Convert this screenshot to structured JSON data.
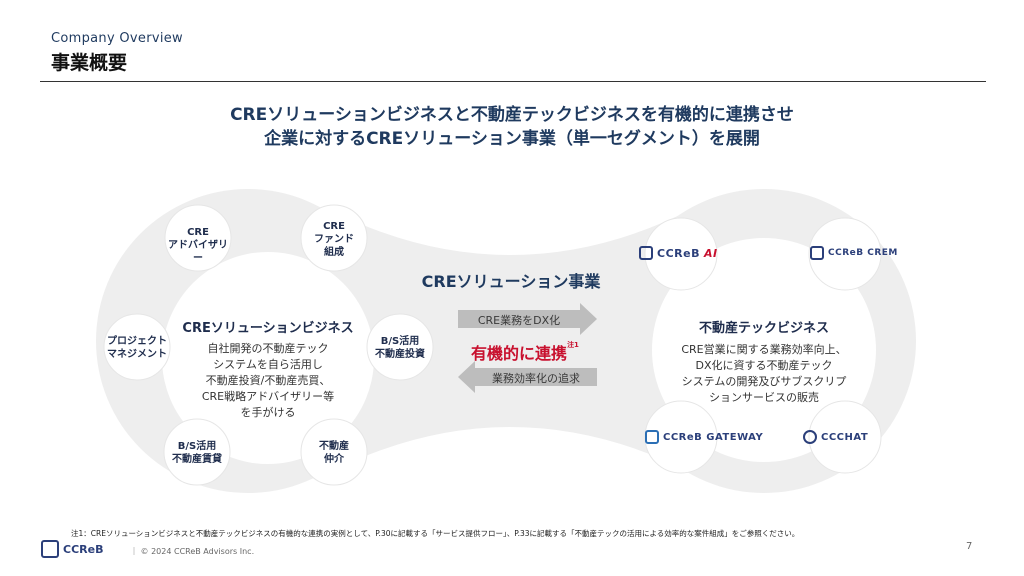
{
  "header": {
    "overview": "Company Overview",
    "title": "事業概要"
  },
  "headline": {
    "line1": "CREソリューションビジネスと不動産テックビジネスを有機的に連携させ",
    "line2": "企業に対するCREソリューション事業（単一セグメント）を展開"
  },
  "left": {
    "title": "CREソリューションビジネス",
    "desc": [
      "自社開発の不動産テック",
      "システムを自ら活用し",
      "不動産投資/不動産売買、",
      "CRE戦略アドバイザリー等",
      "を手がける"
    ],
    "items": [
      {
        "lines": [
          "CRE",
          "アドバイザリー"
        ]
      },
      {
        "lines": [
          "CRE",
          "ファンド",
          "組成"
        ]
      },
      {
        "lines": [
          "プロジェクト",
          "マネジメント"
        ]
      },
      {
        "lines": [
          "B/S活用",
          "不動産投資"
        ]
      },
      {
        "lines": [
          "B/S活用",
          "不動産賃貸"
        ]
      },
      {
        "lines": [
          "不動産",
          "仲介"
        ]
      }
    ]
  },
  "center": {
    "title": "CREソリューション事業",
    "arrow_right": "CRE業務をDX化",
    "link_text": "有機的に連携",
    "link_note": "注1",
    "arrow_left": "業務効率化の追求"
  },
  "right": {
    "title": "不動産テックビジネス",
    "desc": [
      "CRE営業に関する業務効率向上、",
      "DX化に資する不動産テック",
      "システムの開発及びサブスクリプ",
      "ションサービスの販売"
    ],
    "logos": [
      {
        "text": "CCReB",
        "suffix": "AI"
      },
      {
        "text": "CCReB CREM",
        "suffix": ""
      },
      {
        "text": "CCReB GATEWAY",
        "suffix": ""
      },
      {
        "text": "CCCHAT",
        "suffix": ""
      }
    ]
  },
  "footnote": "注1：CREソリューションビジネスと不動産テックビジネスの有機的な連携の実例として、P.30に記載する「サービス提供フロー」、P.33に記載する「不動産テックの活用による効率的な案件組成」をご参照ください。",
  "footer": {
    "logo": "CCReB",
    "copyright": "｜ © 2024 CCReB Advisors Inc.",
    "page": "7"
  },
  "colors": {
    "navy": "#1f3a5f",
    "accent_red": "#c8102e",
    "bg_gray": "#eeeeee",
    "arrow_gray": "#bdbdbd"
  }
}
